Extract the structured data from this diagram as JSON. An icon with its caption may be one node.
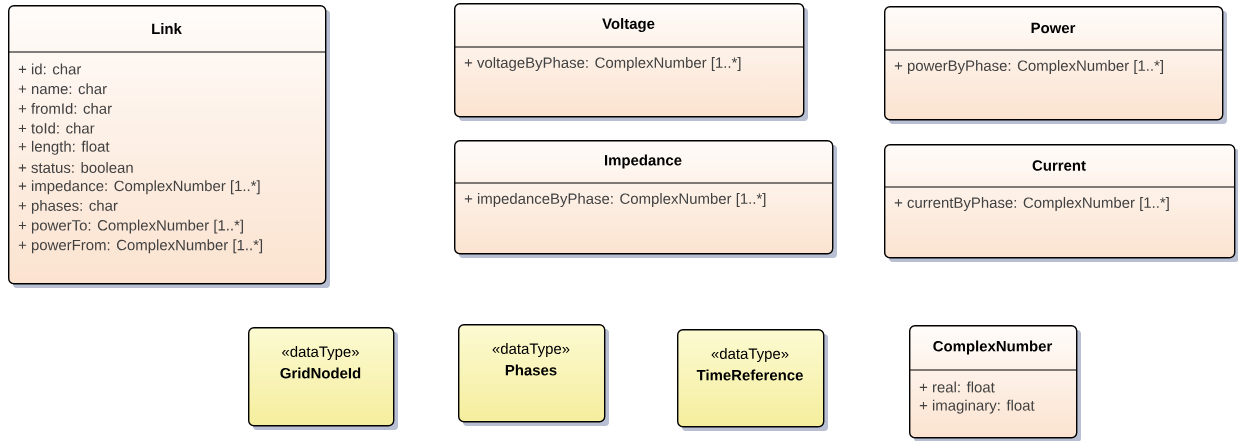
{
  "diagram": {
    "nodes": [
      {
        "text": [
          "Link",
          "+ id: char",
          "+ name: char",
          "+ fromId: char",
          "+ toId: char",
          "+ length: float",
          "+ status: boolean",
          "+ impedance: ComplexNumber [1..*]",
          "+ phases: char",
          "+ powerTo: ComplexNumber [1..*]",
          "+ powerFrom: ComplexNumber [1..*]"
        ]
      },
      {
        "text": [
          "Voltage",
          "+ voltageByPhase: ComplexNumber [1..*]"
        ]
      },
      {
        "text": [
          "Power",
          "+ powerByPhase: ComplexNumber [1..*]"
        ]
      },
      {
        "text": [
          "Impedance",
          "+ impedanceByPhase: ComplexNumber [1..*]"
        ]
      },
      {
        "text": [
          "Current",
          "+ currentByPhase: ComplexNumber [1..*]"
        ]
      },
      {
        "text": [
          "«dataType»",
          "GridNodeId"
        ]
      },
      {
        "text": [
          "«dataType»",
          "Phases"
        ]
      },
      {
        "text": [
          "«dataType»",
          "TimeReference"
        ]
      },
      {
        "text": [
          "ComplexNumber",
          "+ real: float",
          "+ imaginary: float"
        ]
      }
    ]
  }
}
